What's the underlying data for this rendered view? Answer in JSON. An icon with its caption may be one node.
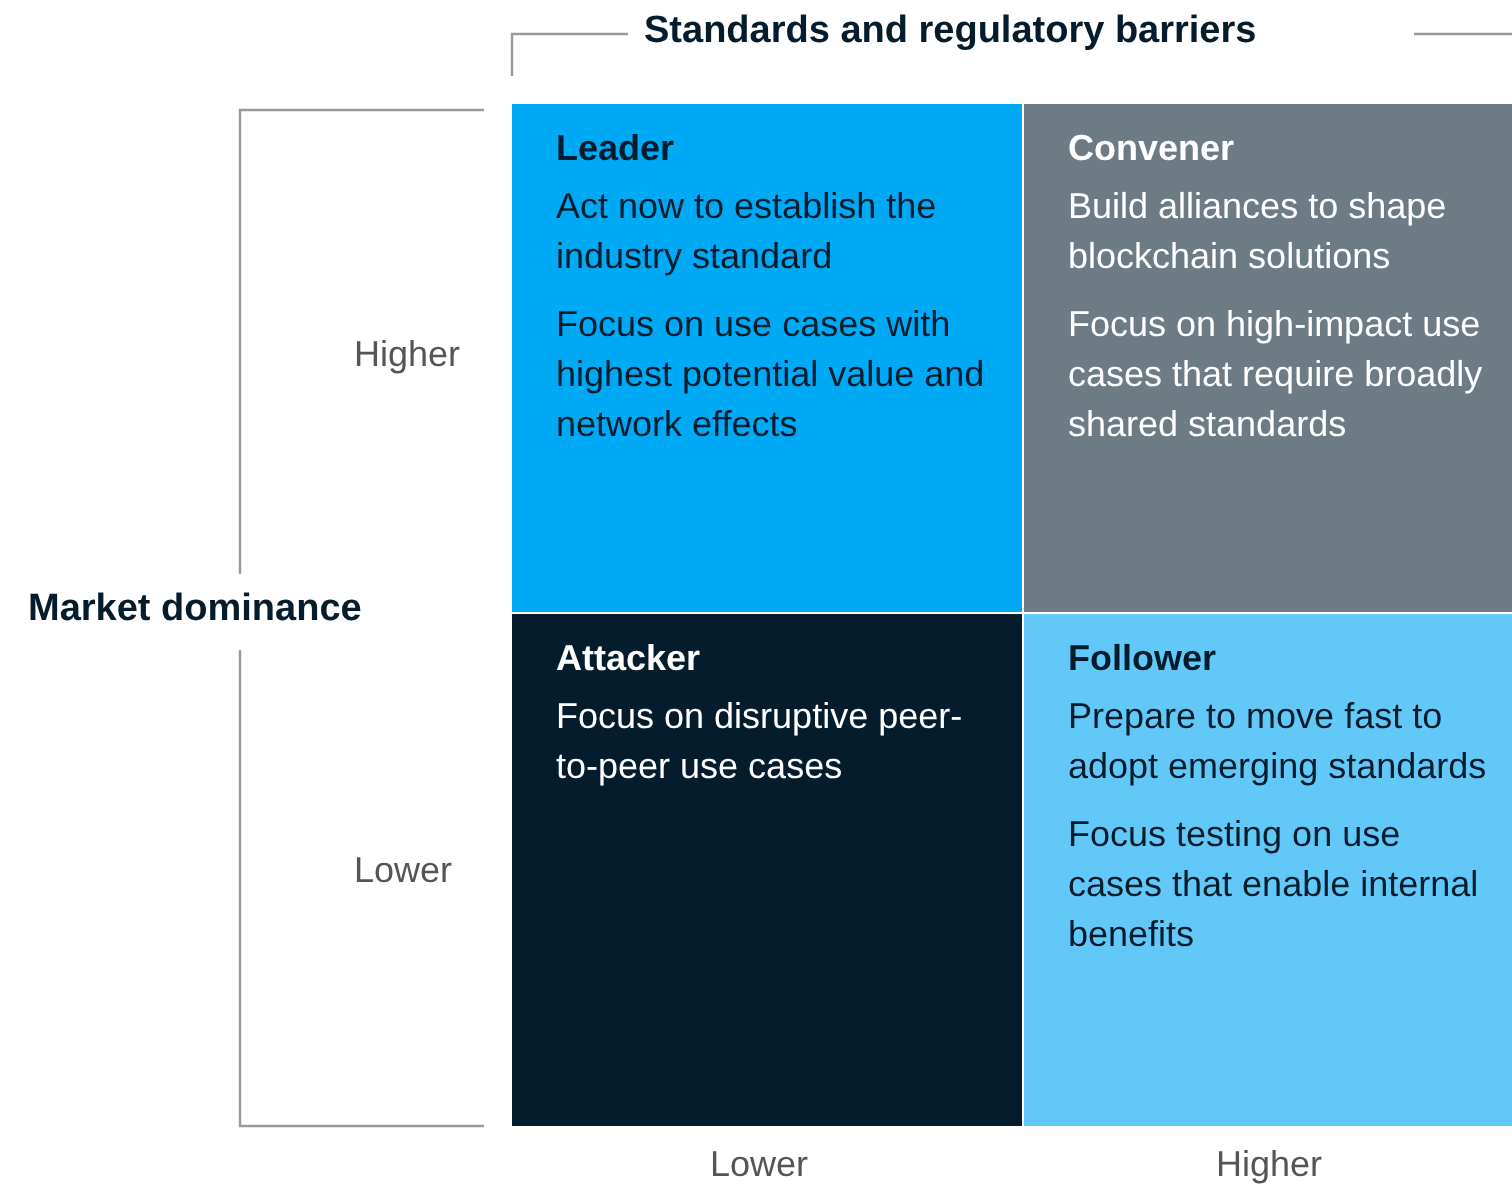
{
  "diagram": {
    "nodes": [
      {
        "text": [
          "Leader",
          "Act now to establish the industry standard",
          "Focus on use cases with highest potential value and network effects"
        ]
      },
      {
        "text": [
          "Convener",
          "Build alliances to shape blockchain solutions",
          "Focus on high-impact use cases that require broadly shared standards"
        ]
      },
      {
        "text": [
          "Attacker",
          "Focus on disruptive peer-to-peer use cases"
        ]
      },
      {
        "text": [
          "Follower",
          "Prepare to move fast to adopt emerging standards",
          "Focus testing on use cases that enable internal benefits"
        ]
      }
    ],
    "labels": [
      "Standards and regulatory barriers",
      "Market dominance",
      "Higher",
      "Lower",
      "Lower",
      "Higher"
    ]
  }
}
